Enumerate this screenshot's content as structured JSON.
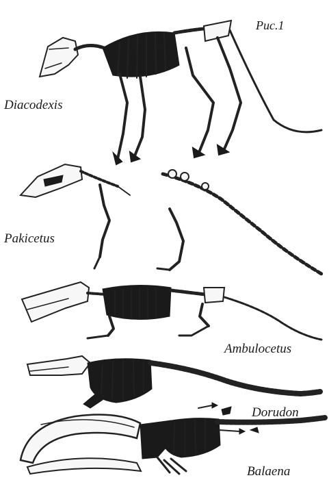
{
  "figure_label": "Рис.1",
  "species": [
    {
      "id": "diacodexis",
      "name": "Diacodexis"
    },
    {
      "id": "pakicetus",
      "name": "Pakicetus"
    },
    {
      "id": "ambulocetus",
      "name": "Ambulocetus"
    },
    {
      "id": "dorudon",
      "name": "Dorudon"
    },
    {
      "id": "balaena",
      "name": "Balaena"
    }
  ]
}
